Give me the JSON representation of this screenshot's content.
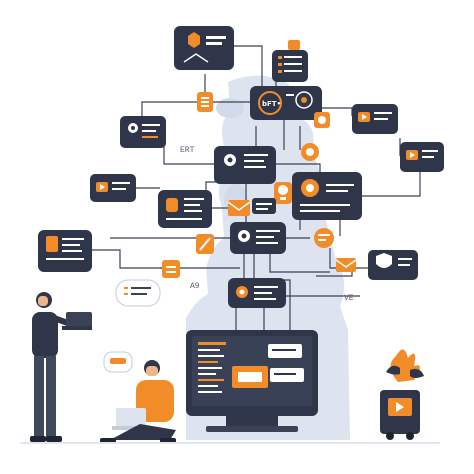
{
  "illustration": {
    "colors": {
      "navy": "#2f3649",
      "orange": "#f28c28",
      "background_shape": "#dde4f0",
      "lines": "#3b4256",
      "white": "#ffffff"
    },
    "labels": {
      "label_ert": "ERT",
      "label_a9": "A9",
      "label_ve": "VE",
      "label_center_node": "bFT•"
    }
  }
}
